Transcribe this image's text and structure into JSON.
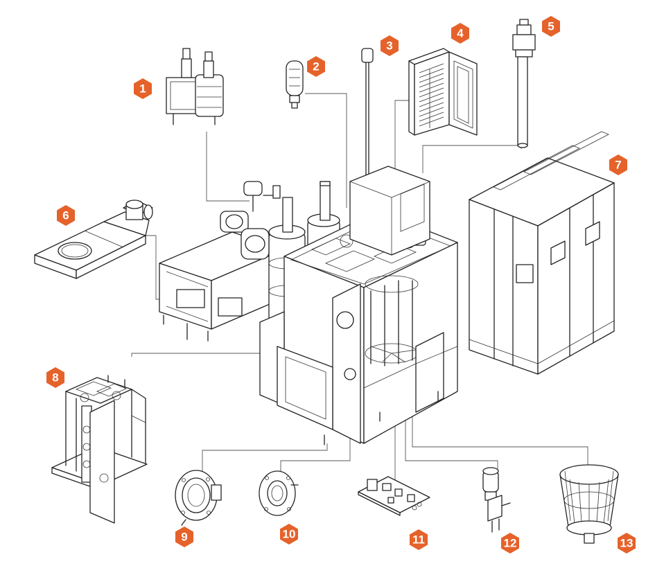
{
  "accent_color": "#e5622a",
  "callouts": [
    {
      "id": "callout-1",
      "label": "1"
    },
    {
      "id": "callout-2",
      "label": "2"
    },
    {
      "id": "callout-3",
      "label": "3"
    },
    {
      "id": "callout-4",
      "label": "4"
    },
    {
      "id": "callout-5",
      "label": "5"
    },
    {
      "id": "callout-6",
      "label": "6"
    },
    {
      "id": "callout-7",
      "label": "7"
    },
    {
      "id": "callout-8",
      "label": "8"
    },
    {
      "id": "callout-9",
      "label": "9"
    },
    {
      "id": "callout-10",
      "label": "10"
    },
    {
      "id": "callout-11",
      "label": "11"
    },
    {
      "id": "callout-12",
      "label": "12"
    },
    {
      "id": "callout-13",
      "label": "13"
    }
  ]
}
